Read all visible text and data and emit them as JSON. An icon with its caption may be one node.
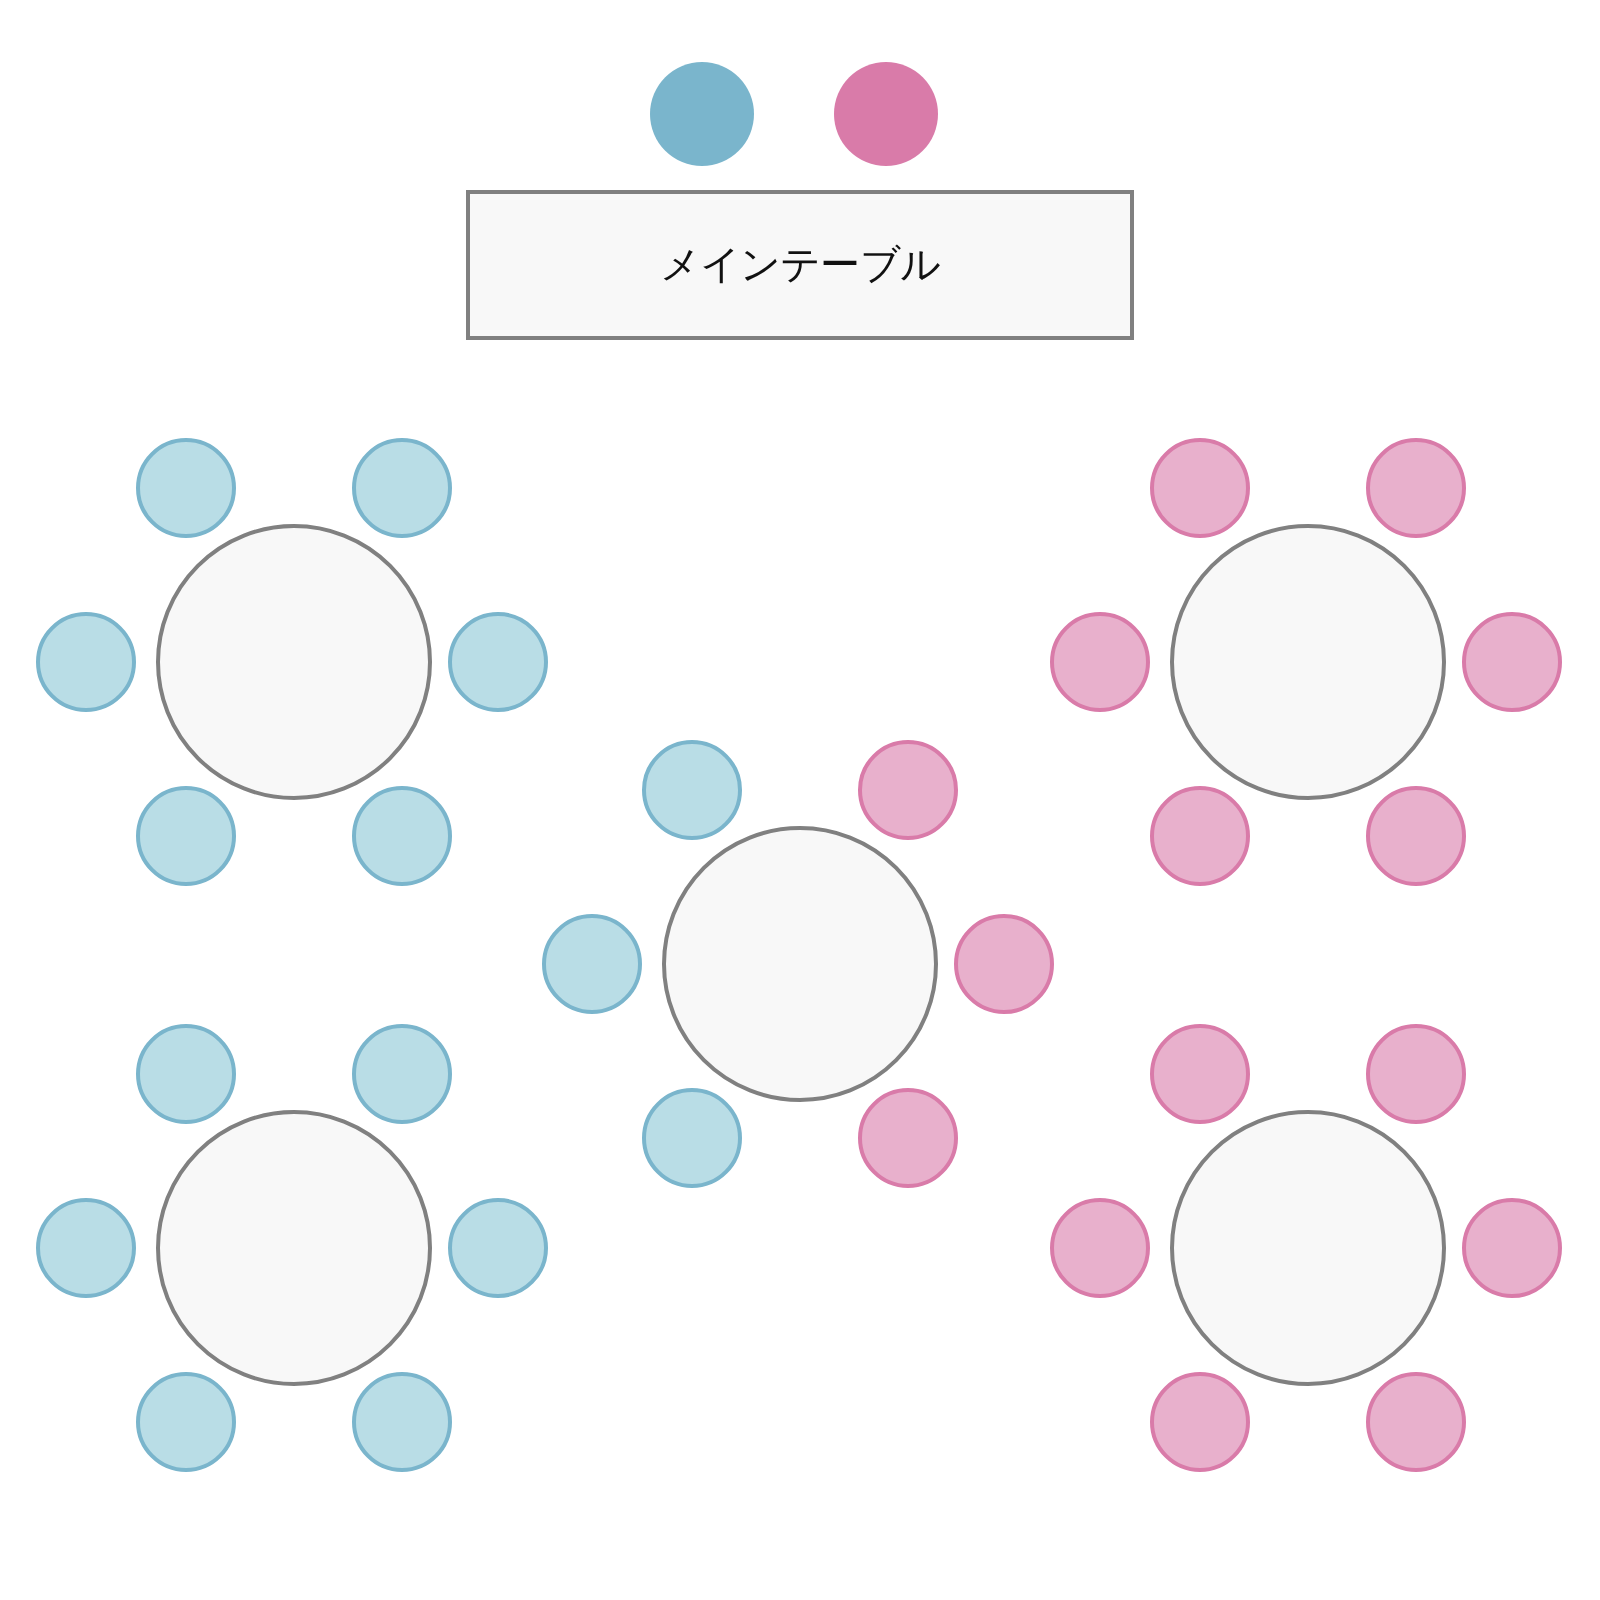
{
  "diagram": {
    "nodes": [
      {
        "text": [],
        "shape": "circle"
      },
      {
        "text": [],
        "shape": "circle"
      },
      {
        "text": [
          "メインテーブル"
        ]
      },
      {
        "text": [],
        "shape": "circle"
      },
      {
        "text": [],
        "shape": "circle"
      },
      {
        "text": [],
        "shape": "circle"
      },
      {
        "text": [],
        "shape": "circle"
      },
      {
        "text": [],
        "shape": "circle"
      },
      {
        "text": [],
        "shape": "circle"
      },
      {
        "text": [],
        "shape": "circle"
      },
      {
        "text": [],
        "shape": "circle"
      },
      {
        "text": [],
        "shape": "circle"
      },
      {
        "text": [],
        "shape": "circle"
      },
      {
        "text": [],
        "shape": "circle"
      },
      {
        "text": [],
        "shape": "circle"
      },
      {
        "text": [],
        "shape": "circle"
      },
      {
        "text": [],
        "shape": "circle"
      },
      {
        "text": [],
        "shape": "circle"
      },
      {
        "text": [],
        "shape": "circle"
      },
      {
        "text": [],
        "shape": "circle"
      },
      {
        "text": [],
        "shape": "circle"
      },
      {
        "text": [],
        "shape": "circle"
      },
      {
        "text": [],
        "shape": "circle"
      },
      {
        "text": [],
        "shape": "circle"
      },
      {
        "text": [],
        "shape": "circle"
      },
      {
        "text": [],
        "shape": "circle"
      },
      {
        "text": [],
        "shape": "circle"
      },
      {
        "text": [],
        "shape": "circle"
      },
      {
        "text": [],
        "shape": "circle"
      },
      {
        "text": [],
        "shape": "circle"
      },
      {
        "text": [],
        "shape": "circle"
      },
      {
        "text": [],
        "shape": "circle"
      },
      {
        "text": [],
        "shape": "circle"
      },
      {
        "text": [],
        "shape": "circle"
      },
      {
        "text": [],
        "shape": "circle"
      },
      {
        "text": [],
        "shape": "circle"
      },
      {
        "text": [],
        "shape": "circle"
      },
      {
        "text": [],
        "shape": "circle"
      }
    ]
  }
}
